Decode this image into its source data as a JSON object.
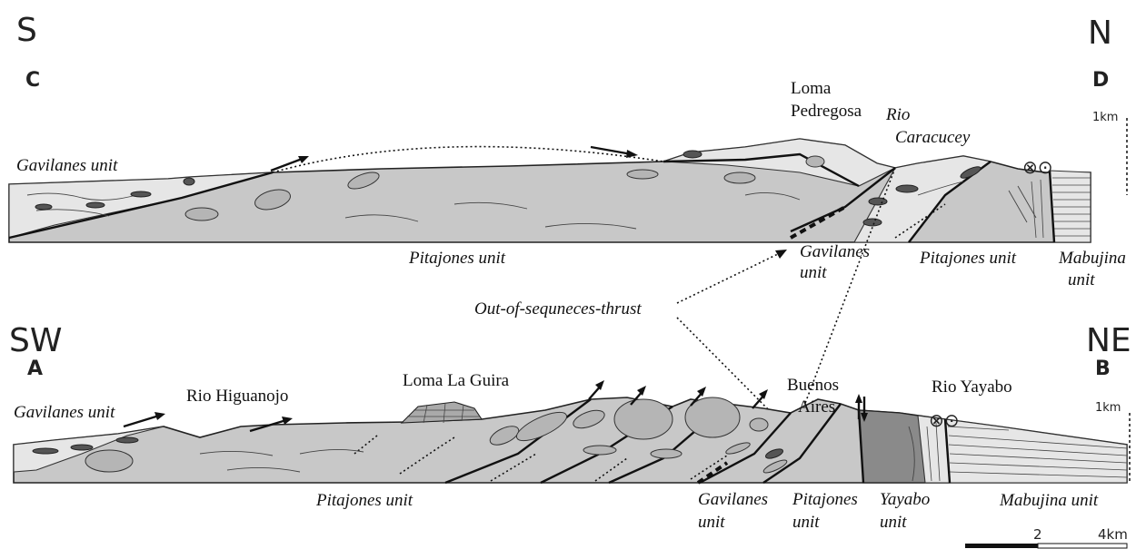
{
  "top_section": {
    "left_direction": "S",
    "right_direction": "N",
    "left_point": "C",
    "right_point": "D",
    "labels": {
      "gavilanes_left": "Gavilanes unit",
      "loma_pedregosa_1": "Loma",
      "loma_pedregosa_2": "Pedregosa",
      "rio_caracucey_1": "Rio",
      "rio_caracucey_2": "Caracucey",
      "pitajones_main": "Pitajones unit",
      "gavilanes_mid_1": "Gavilanes",
      "gavilanes_mid_2": "unit",
      "pitajones_right": "Pitajones unit",
      "mabujina_1": "Mabujina",
      "mabujina_2": "unit",
      "scale_label": "1km"
    }
  },
  "annotation": {
    "out_of_sequence": "Out-of-sequneces-thrust"
  },
  "bottom_section": {
    "left_direction": "SW",
    "right_direction": "NE",
    "left_point": "A",
    "right_point": "B",
    "labels": {
      "gavilanes_left": "Gavilanes unit",
      "rio_higuanojo": "Rio Higuanojo",
      "loma_la_guira": "Loma La Guira",
      "buenos_aires_1": "Buenos",
      "buenos_aires_2": "Aires",
      "rio_yayabo": "Rio Yayabo",
      "scale_label": "1km",
      "pitajones_main": "Pitajones unit",
      "gavilanes_1": "Gavilanes",
      "gavilanes_2": "unit",
      "pitajones_1": "Pitajones",
      "pitajones_2": "unit",
      "yayabo_1": "Yayabo",
      "yayabo_2": "unit",
      "mabujina": "Mabujina unit"
    }
  },
  "scale_bar": {
    "mid_label": "2",
    "end_label": "4km"
  },
  "symbols": {
    "strike_slip_top": "⊗⊙",
    "strike_slip_bottom": "⊗⊙"
  }
}
